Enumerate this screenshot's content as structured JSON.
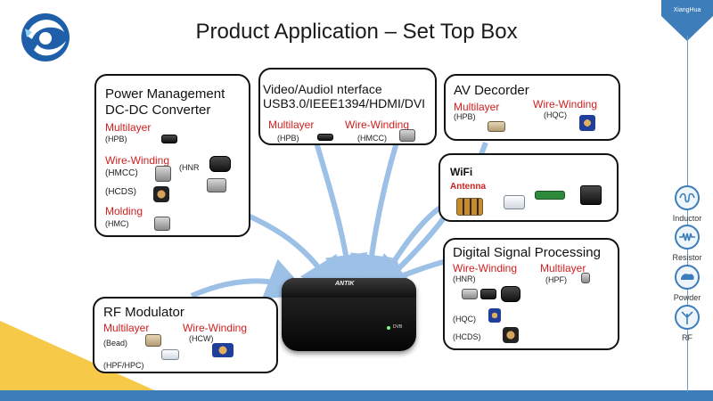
{
  "brand": {
    "tag": "XiangHua"
  },
  "title": "Product Application – Set Top Box",
  "power": {
    "heading1": "Power Management",
    "heading2": "DC-DC Converter",
    "multilayer": "Multilayer",
    "hpb": "(HPB)",
    "wirewinding": "Wire-Winding",
    "hmcc": "(HMCC)",
    "hnr": "(HNR",
    "hcds": "(HCDS)",
    "molding": "Molding",
    "hmc": "(HMC)"
  },
  "video": {
    "heading1": "Video/AudioI nterface",
    "heading2": "USB3.0/IEEE1394/HDMI/DVI",
    "multilayer": "Multilayer",
    "hpb": "(HPB)",
    "wirewinding": "Wire-Winding",
    "hmcc": "(HMCC)"
  },
  "av": {
    "heading": "AV Decorder",
    "multilayer": "Multilayer",
    "hpb": "(HPB)",
    "wirewinding": "Wire-Winding",
    "hqc": "(HQC)"
  },
  "wifi": {
    "heading": "WiFi",
    "antenna": "Antenna"
  },
  "dsp": {
    "heading": "Digital Signal Processing",
    "wirewinding": "Wire-Winding",
    "hnr": "(HNR)",
    "multilayer": "Multilayer",
    "hpf": "(HPF)",
    "hqc": "(HQC)",
    "hcds": "(HCDS)"
  },
  "rf": {
    "heading": "RF Modulator",
    "multilayer": "Multilayer",
    "bead": "(Bead)",
    "wirewinding": "Wire-Winding",
    "hcw": "(HCW)",
    "hpfhpc": "(HPF/HPC)"
  },
  "device": {
    "brand": "ANTIK",
    "badge": "DVB"
  },
  "sidebar": {
    "items": [
      {
        "label": "Inductor",
        "icon": "inductor-icon"
      },
      {
        "label": "Resistor",
        "icon": "resistor-icon"
      },
      {
        "label": "Powder",
        "icon": "powder-icon"
      },
      {
        "label": "RF",
        "icon": "rf-icon"
      }
    ]
  },
  "colors": {
    "accent": "#3c7dba",
    "red": "#d11f1f",
    "arrow": "#9cc0e6",
    "yellow": "#f7c948"
  }
}
